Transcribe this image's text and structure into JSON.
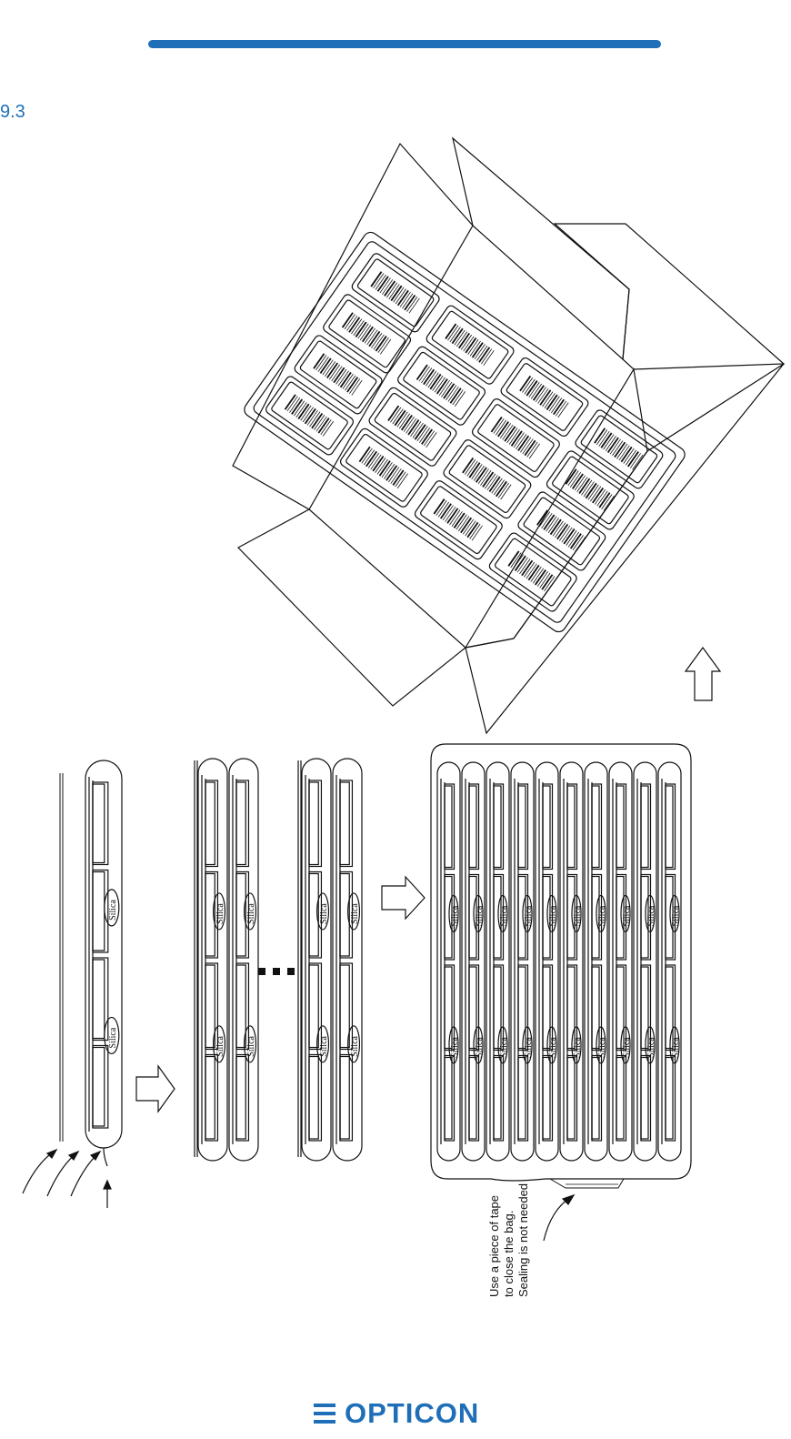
{
  "header": {
    "section_number": "9.3"
  },
  "figure": {
    "silica_label": "Silica",
    "note_lines": [
      "Use a piece of tape",
      "to close the bag.",
      "Sealing is not needed"
    ]
  },
  "footer": {
    "brand": "OPTICON"
  }
}
